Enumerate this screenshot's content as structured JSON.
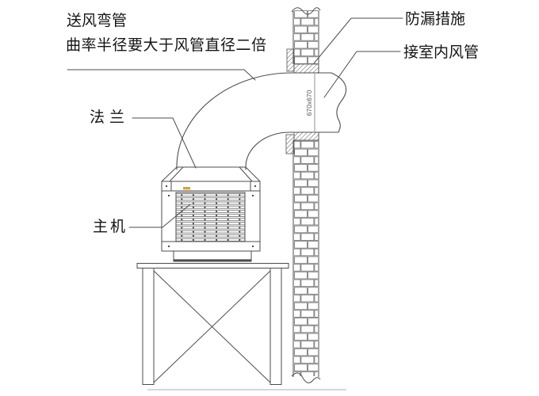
{
  "labels": {
    "bend_pipe": "送风弯管",
    "bend_note": "曲率半径要大于风管直径二倍",
    "leak_measure": "防漏措施",
    "indoor_duct": "接室内风管",
    "flange": "法兰",
    "main_unit": "主机",
    "duct_size": "670x670"
  },
  "colors": {
    "line": "#4d4d4d",
    "text": "#141414",
    "brick_line": "#6e6e6e",
    "hatch_line": "#555555",
    "accent_yellow": "#e0a420",
    "ground": "#c9c9c9",
    "dimension": "#777777",
    "background": "#ffffff"
  }
}
